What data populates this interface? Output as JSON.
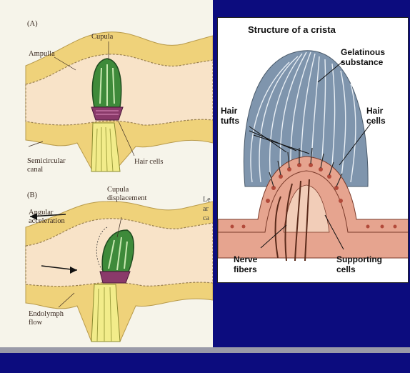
{
  "colors": {
    "background": "#0c0c7e",
    "canal": "#efd27a",
    "endolymph": "#f8e3c8",
    "cupula_green": "#3e8a3a",
    "nerve_yellow": "#f2ec8a",
    "gelatinous_blue": "#7f95ad",
    "epithelium_pink": "#e6a48f"
  },
  "left": {
    "panel_a": {
      "tag": "(A)",
      "cupula": "Cupula",
      "ampulla": "Ampulla",
      "hair_cells": "Hair cells",
      "canal": "Semicircular\ncanal"
    },
    "panel_b": {
      "tag": "(B)",
      "cupula_displacement": "Cupula\ndisplacement",
      "angular": "Angular\nacceleration",
      "endolymph": "Endolymph\nflow"
    },
    "cut_text": "Le\nar\nca"
  },
  "right": {
    "title": "Structure of a crista",
    "gelatinous": "Gelatinous\nsubstance",
    "hair_tufts": "Hair\ntufts",
    "hair_cells": "Hair\ncells",
    "nerve_fibers": "Nerve\nfibers",
    "supporting": "Supporting\ncells"
  }
}
